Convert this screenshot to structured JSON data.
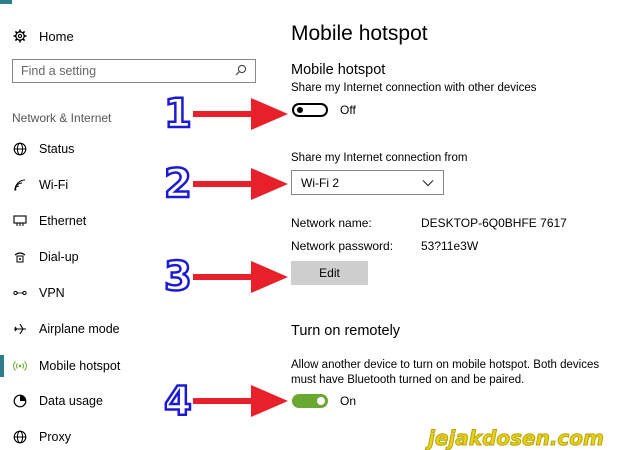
{
  "colors": {
    "accent_bar": "#2e7d8c",
    "toggle_on": "#6aa832",
    "annotation": "#1a1ad6",
    "arrow": "#e8202a",
    "watermark": "#e8d21a"
  },
  "sidebar": {
    "home_label": "Home",
    "home_icon": "gear-icon",
    "search_placeholder": "Find a setting",
    "search_icon": "search-icon",
    "section_title": "Network & Internet",
    "items": [
      {
        "label": "Status",
        "icon": "globe-icon"
      },
      {
        "label": "Wi-Fi",
        "icon": "wifi-icon"
      },
      {
        "label": "Ethernet",
        "icon": "ethernet-icon"
      },
      {
        "label": "Dial-up",
        "icon": "dialup-icon"
      },
      {
        "label": "VPN",
        "icon": "vpn-icon"
      },
      {
        "label": "Airplane mode",
        "icon": "airplane-icon"
      },
      {
        "label": "Mobile hotspot",
        "icon": "hotspot-icon",
        "selected": true
      },
      {
        "label": "Data usage",
        "icon": "data-usage-icon"
      },
      {
        "label": "Proxy",
        "icon": "globe-icon"
      }
    ]
  },
  "main": {
    "title": "Mobile hotspot",
    "hotspot_heading": "Mobile hotspot",
    "share_desc": "Share my Internet connection with other devices",
    "share_toggle_state": "Off",
    "share_from_label": "Share my Internet connection from",
    "share_from_value": "Wi-Fi 2",
    "network_name_label": "Network name:",
    "network_name_value": "DESKTOP-6Q0BHFE 7617",
    "network_password_label": "Network password:",
    "network_password_value": "53?11e3W",
    "edit_label": "Edit",
    "remote_heading": "Turn on remotely",
    "remote_desc_line1": "Allow another device to turn on mobile hotspot. Both devices",
    "remote_desc_line2": "must have Bluetooth turned on and be paired.",
    "remote_toggle_state": "On"
  },
  "annotations": [
    "1",
    "2",
    "3",
    "4"
  ],
  "watermark": "jejakdosen.com"
}
